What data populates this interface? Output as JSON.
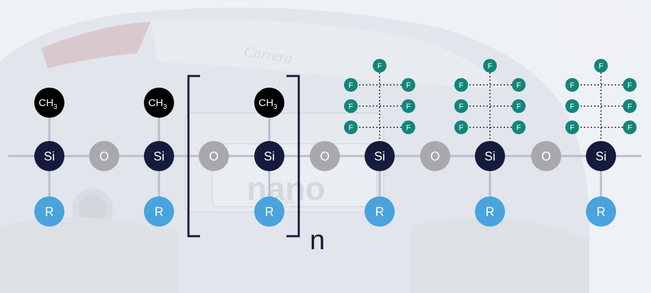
{
  "labels": {
    "si": "Si",
    "o": "O",
    "r": "R",
    "f": "F",
    "methyl_base": "CH",
    "methyl_sub": "3",
    "repeat": "n"
  },
  "background": {
    "plate_text": "nano",
    "badge_text": "Carrera",
    "plate_small_text": "nano"
  },
  "colors": {
    "si": "#141b3c",
    "methyl": "#000000",
    "oxygen": "#a9a9ad",
    "r_group": "#4aa3dd",
    "fluorine": "#13857a",
    "bond": "#b6bec9",
    "bracket": "#141b3c",
    "page_background": "#eef1f5"
  },
  "units": [
    {
      "top": "methyl"
    },
    {
      "top": "methyl"
    },
    {
      "top": "methyl",
      "bracketed": true
    },
    {
      "top": "fluorocarbon"
    },
    {
      "top": "fluorocarbon"
    },
    {
      "top": "fluorocarbon"
    }
  ],
  "fluorocarbon_pairs": 3
}
